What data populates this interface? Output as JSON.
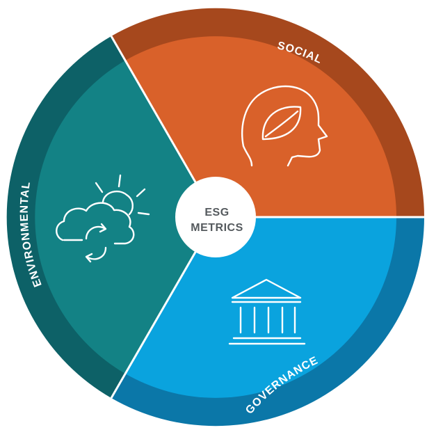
{
  "diagram": {
    "center_label_line1": "ESG",
    "center_label_line2": "METRICS",
    "segments": [
      {
        "id": "social",
        "label": "SOCIAL",
        "icon": "head-leaf-icon",
        "inner_color": "#d9612a",
        "ring_color": "#a6481d"
      },
      {
        "id": "governance",
        "label": "GOVERNANCE",
        "icon": "building-columns-icon",
        "inner_color": "#0aa3de",
        "ring_color": "#0b77a8"
      },
      {
        "id": "environmental",
        "label": "ENVIRONMENTAL",
        "icon": "weather-cycle-icon",
        "inner_color": "#138285",
        "ring_color": "#0d6167"
      }
    ]
  }
}
